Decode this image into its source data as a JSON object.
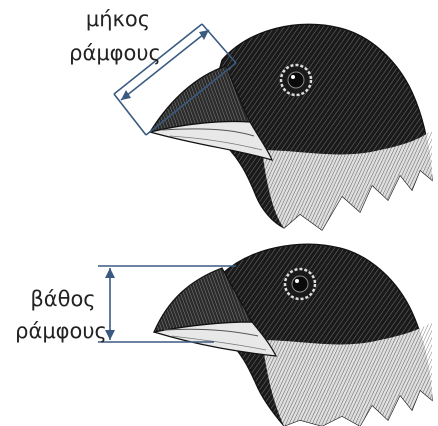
{
  "labels": {
    "beak_length": [
      "μήκος",
      "ράμφους"
    ],
    "beak_depth": [
      "βάθος",
      "ράμφους"
    ]
  },
  "colors": {
    "measure_line": "#3a5a80",
    "bird_dark": "#1a1a1a",
    "bird_mid": "#555555",
    "beak_light": "#e8e8e8",
    "text": "#222222"
  },
  "icons": {
    "top": "finch-head-beak-length",
    "bottom": "finch-head-beak-depth"
  }
}
